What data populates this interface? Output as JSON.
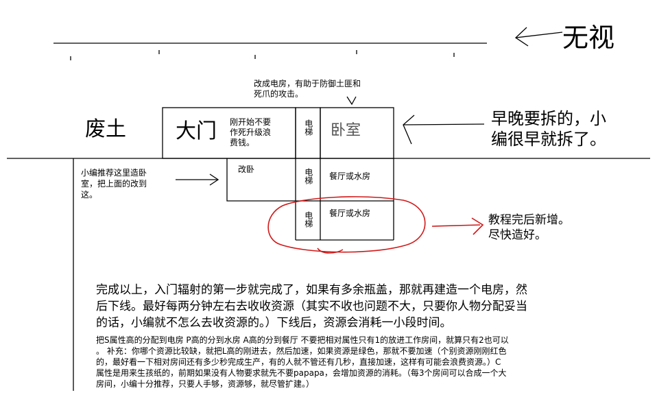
{
  "top_annotation": "无视",
  "labels": {
    "wasteland": "废土",
    "gate": "大门",
    "gate_note": [
      "刚开始不要",
      "作死升级浪",
      "费钱。"
    ],
    "power_note": [
      "改成电房，有助于防御土匪和",
      "死爪的攻击。"
    ],
    "elevator": "电梯",
    "bedroom": "卧室",
    "bedroom_note": [
      "早晚要拆的，小",
      "编很早就拆了。"
    ],
    "change_bedroom": "改卧",
    "recommend_note": [
      "小编推荐这里造卧",
      "室，把上面的改到",
      "这。"
    ],
    "dining_water_1": "餐厅或水房",
    "dining_water_2": "餐厅或水房",
    "new_note": [
      "教程完后新增。",
      "尽快造好。"
    ]
  },
  "paragraph": [
    "完成以上，入门辐射的第一步就完成了，如果有多余瓶盖，那就再建造一个电房，然",
    "后下线。最好每两分钟左右去收收资源（其实不收也问题不大，只要你人物分配妥当",
    "的话，小编就不怎么去收资源的。）下线后，资源会消耗一小段时间。"
  ],
  "notes": [
    "把S属性高的分配到电房 P高的分到水房 A高的分到餐厅 不要把相对属性只有1的放进工作房间，就算只有2也可以",
    "。 补充：你哪个资源比较缺，就把L高的刚进去，然后加速，如果资源是绿色，那就不要加速（个别资源刚刚红色",
    "的，最好看一下相对房间还有多少秒完成生产，有的人就不管还有几秒，直接加速，这样有可能会浪费资源。）C",
    "属性是用来生孩纸的，前期如果没有人物要求就先不要papapa，会增加资源的消耗。（每3个房间可以合成一个大",
    "房间，小编十分推荐，只要人手够，资源够，就尽管扩建。）"
  ]
}
